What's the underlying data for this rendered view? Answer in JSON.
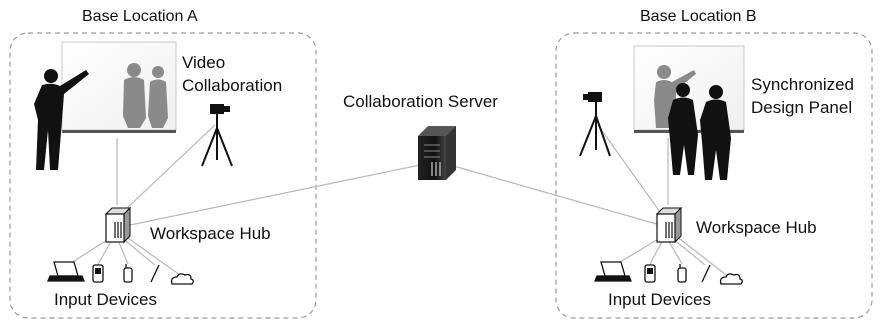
{
  "base_a": {
    "title": "Base Location A",
    "video_label_line1": "Video",
    "video_label_line2": "Collaboration",
    "hub_label": "Workspace Hub",
    "devices_label": "Input Devices"
  },
  "base_b": {
    "title": "Base Location B",
    "panel_label_line1": "Synchronized",
    "panel_label_line2": "Design Panel",
    "hub_label": "Workspace Hub",
    "devices_label": "Input Devices"
  },
  "server": {
    "label": "Collaboration Server"
  },
  "colors": {
    "box_border": "#9a9a9a",
    "link_line": "#b8b8b8",
    "silhouette": "#111111",
    "shadow_figure": "#8a8a8a"
  }
}
